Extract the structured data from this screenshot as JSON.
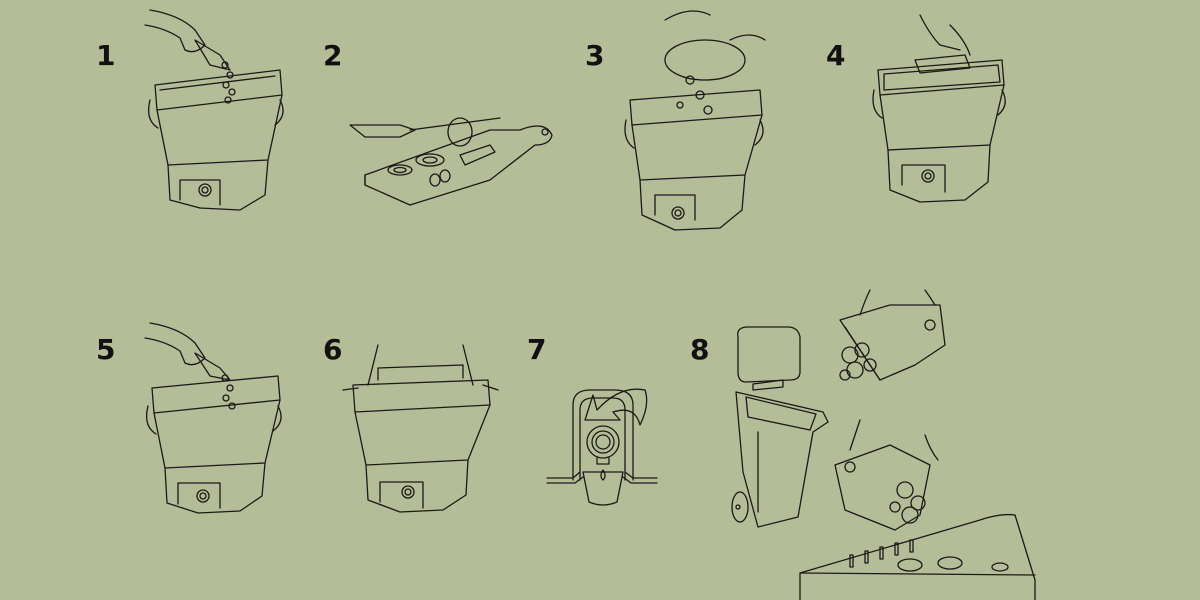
{
  "background_color": "#b4bd98",
  "line_color": "#1a1a16",
  "steps": [
    {
      "number": "1",
      "illustration": "hand-sprinkling-bran-into-bin"
    },
    {
      "number": "2",
      "illustration": "cutting-food-scraps-on-board"
    },
    {
      "number": "3",
      "illustration": "adding-food-scraps-to-bin"
    },
    {
      "number": "4",
      "illustration": "pressing-down-scraps-with-press"
    },
    {
      "number": "5",
      "illustration": "hand-sprinkling-bran-into-bin"
    },
    {
      "number": "6",
      "illustration": "closing-bin-lid"
    },
    {
      "number": "7",
      "illustration": "draining-liquid-from-tap"
    },
    {
      "number": "8",
      "illustration": "emptying-bin-into-wheelie-bin-or-garden-bed"
    }
  ]
}
